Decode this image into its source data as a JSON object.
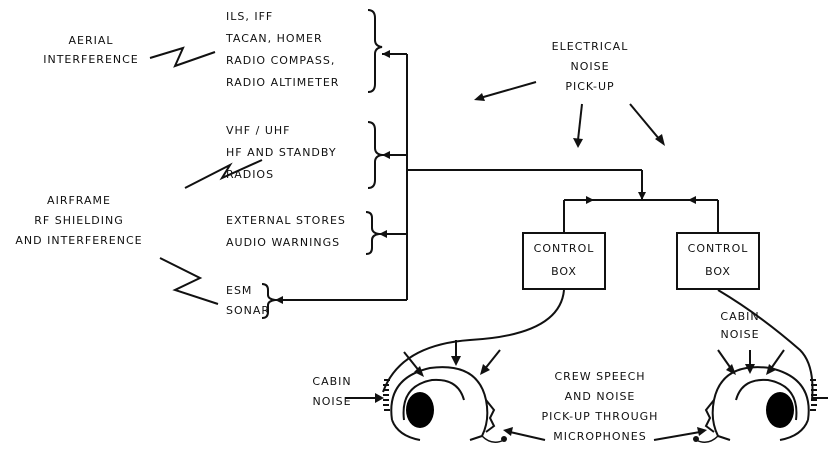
{
  "labels": {
    "aerial_interference": [
      "AERIAL",
      "INTERFERENCE"
    ],
    "airframe": [
      "AIRFRAME",
      "RF SHIELDING",
      "AND INTERFERENCE"
    ],
    "electrical_noise": [
      "ELECTRICAL",
      "NOISE",
      "PICK-UP"
    ],
    "group1": [
      "ILS, IFF",
      "TACAN, HOMER",
      "RADIO COMPASS,",
      "RADIO ALTIMETER"
    ],
    "group2": [
      "VHF / UHF",
      "HF AND STANDBY",
      "RADIOS"
    ],
    "group3": [
      "EXTERNAL STORES",
      "AUDIO WARNINGS"
    ],
    "group4": [
      "ESM",
      "SONAR"
    ],
    "control_box_left": [
      "CONTROL",
      "BOX"
    ],
    "control_box_right": [
      "CONTROL",
      "BOX"
    ],
    "cabin_noise_left": [
      "CABIN",
      "NOISE"
    ],
    "cabin_noise_right": [
      "CABIN",
      "NOISE"
    ],
    "crew_speech": [
      "CREW SPEECH",
      "AND NOISE",
      "PICK-UP THROUGH",
      "MICROPHONES"
    ]
  },
  "colors": {
    "ink": "#111111",
    "background": "#ffffff"
  },
  "icons": [
    "lightning-zigzag-icon",
    "helmet-head-icon",
    "microphone-icon"
  ]
}
